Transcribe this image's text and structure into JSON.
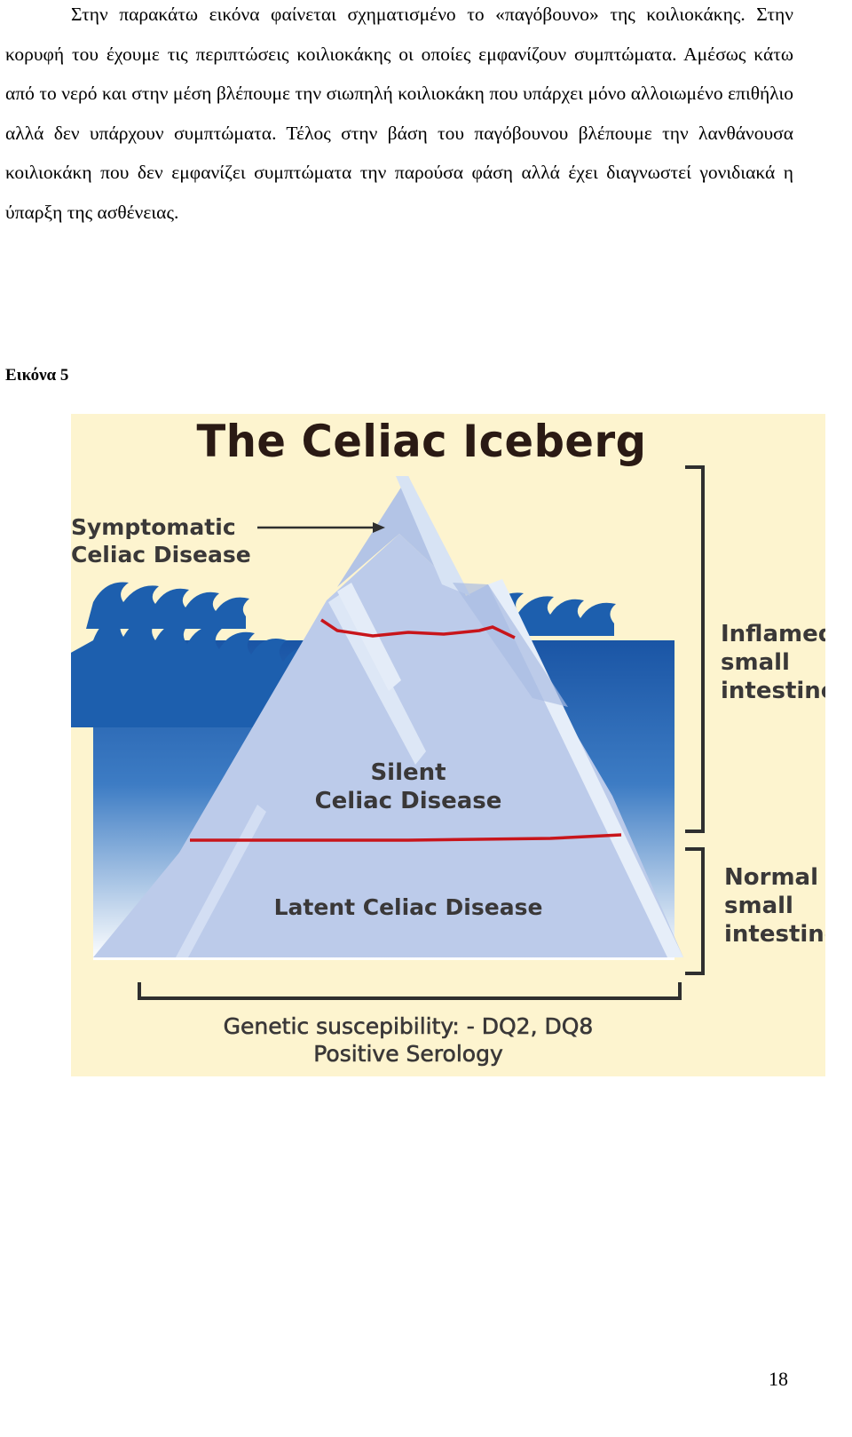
{
  "document": {
    "paragraph": "Στην παρακάτω εικόνα φαίνεται σχηματισμένο το «παγόβουνο» της κοιλιοκάκης. Στην κορυφή του έχουμε τις περιπτώσεις κοιλιοκάκης οι οποίες εμφανίζουν συμπτώματα. Αμέσως κάτω από το νερό και στην μέση βλέπουμε την σιωπηλή κοιλιοκάκη που υπάρχει μόνο αλλοιωμένο επιθήλιο αλλά δεν υπάρχουν συμπτώματα. Τέλος στην βάση του παγόβουνου βλέπουμε την λανθάνουσα κοιλιοκάκη που δεν εμφανίζει συμπτώματα την παρούσα φάση αλλά έχει διαγνωστεί γονιδιακά η ύπαρξη της ασθένειας.",
    "caption": "Εικόνα 5",
    "page_number": "18"
  },
  "figure": {
    "title": "The Celiac Iceberg",
    "labels": {
      "symptomatic": "Symptomatic\nCeliac Disease",
      "silent": "Silent\nCeliac Disease",
      "latent": "Latent Celiac Disease",
      "inflamed": "Inflamed\nsmall\nintestine",
      "normal": "Normal\nsmall\nintestine",
      "genetic": "Genetic suscepibility: - DQ2, DQ8\nPositive Serology"
    },
    "colors": {
      "background": "#fdf4cf",
      "water": "#1d5fae",
      "iceberg": "#b9c9e8",
      "divider_lines": "#c8151b"
    }
  }
}
